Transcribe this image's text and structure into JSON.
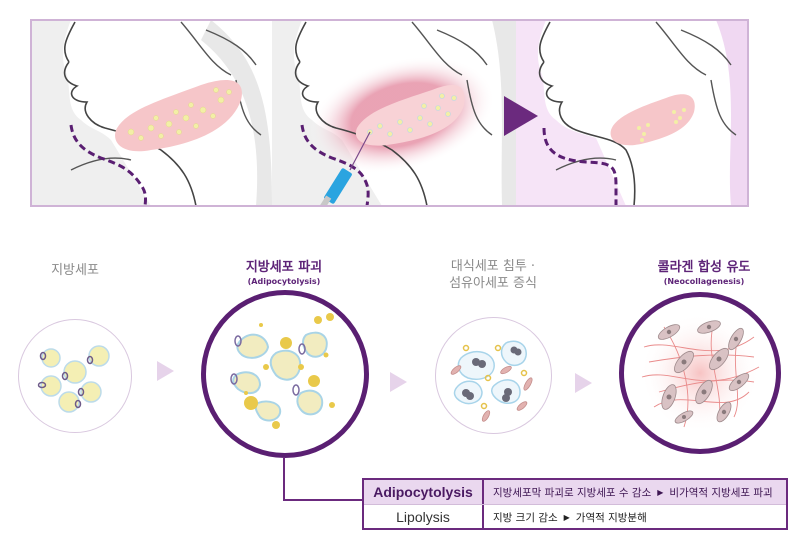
{
  "panels": [
    {
      "id": "before",
      "label_icon": "face-profile-fat-icon"
    },
    {
      "id": "injection",
      "label_icon": "face-profile-injection-icon"
    },
    {
      "id": "after",
      "label_icon": "face-profile-after-icon"
    }
  ],
  "stages": [
    {
      "title": "지방세포",
      "subtitle": null,
      "highlight": false
    },
    {
      "title": "지방세포 파괴",
      "subtitle": "(Adipocytolysis)",
      "highlight": true
    },
    {
      "title_line1": "대식세포 침투 ·",
      "title_line2": "섬유아세포 증식",
      "highlight": false
    },
    {
      "title": "콜라겐 합성 유도",
      "subtitle": "(Neocollagenesis)",
      "highlight": true
    }
  ],
  "table": {
    "rows": [
      {
        "term": "Adipocytolysis",
        "desc_a": "지방세포막 파괴로 지방세포 수 감소",
        "arrow": "▶",
        "desc_b": "비가역적 지방세포 파괴"
      },
      {
        "term": "Lipolysis",
        "desc_a": "지방 크기 감소",
        "arrow": "▶",
        "desc_b": "가역적 지방분해"
      }
    ]
  },
  "colors": {
    "accent": "#5a1f72",
    "light_purple": "#ead8ef",
    "fat_pink": "#f6c6c9",
    "fat_yellow": "#f3efa6",
    "syringe_blue": "#2aa4e0"
  }
}
